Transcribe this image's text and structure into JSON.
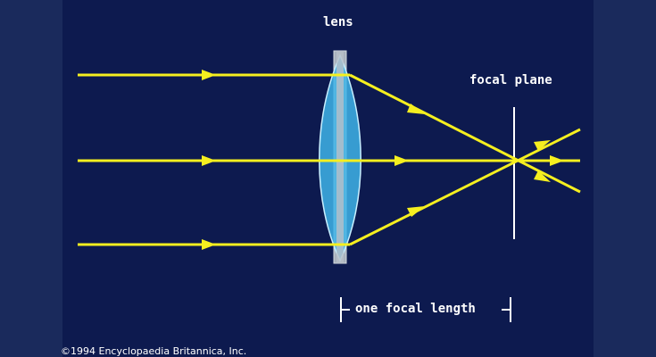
{
  "labels": {
    "lens": "lens",
    "focal_plane": "focal plane",
    "focal_length": "one focal length",
    "credit": "©1994 Encyclopaedia Britannica, Inc."
  },
  "colors": {
    "background": "#0d1a4f",
    "ray": "#f5ef1f",
    "lens_fill": "#3fb4e8",
    "lens_edge": "#a9b2bd",
    "line": "#ffffff"
  }
}
